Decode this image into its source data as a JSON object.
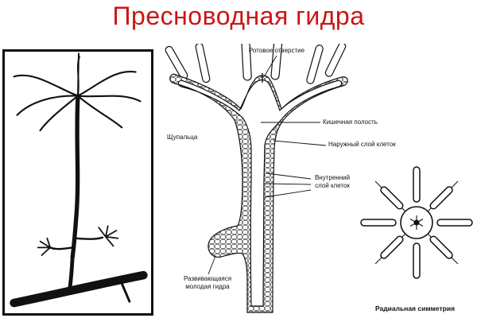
{
  "title": "Пресноводная гидра",
  "colors": {
    "title_red": "#cc1414",
    "ink": "#111111"
  },
  "anatomy_labels": {
    "mouth": "Ротовое отверстие",
    "tentacles": "Щупальца",
    "gut_cavity": "Кишечная полость",
    "outer_cell_layer": "Наружный слой клеток",
    "inner_cell_layer": "Внутренний слой клеток",
    "developing_young_hydra": "Развивающаяся молодая гидра"
  },
  "symmetry_label": "Радиальная симметрия"
}
